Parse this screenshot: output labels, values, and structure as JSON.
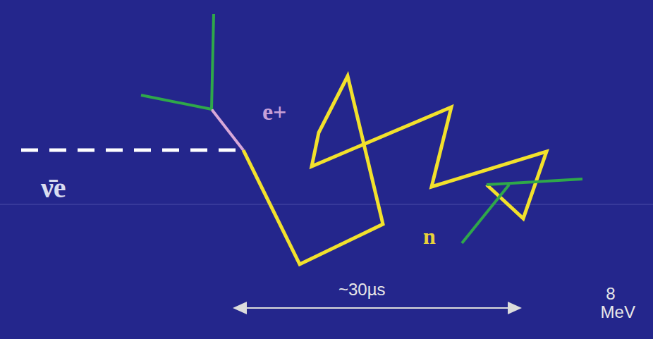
{
  "diagram": {
    "labels": [
      "ν̄e",
      "e+",
      "n",
      "~30µs",
      "8 MeV"
    ]
  }
}
